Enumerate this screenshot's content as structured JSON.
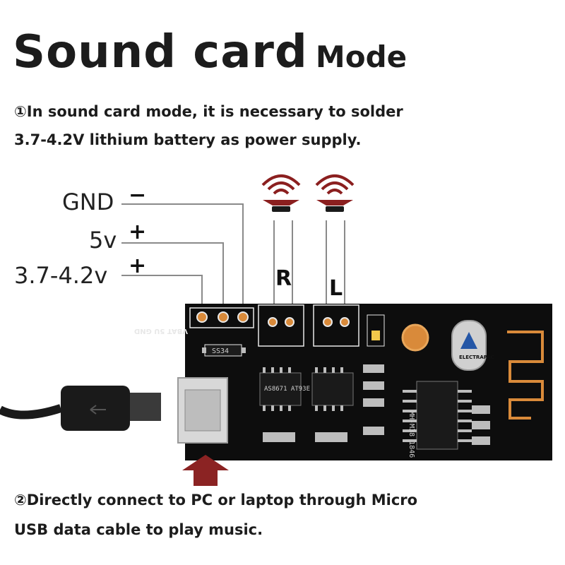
{
  "title": {
    "main": "Sound card",
    "suffix": "Mode"
  },
  "note1": {
    "line1": "①In sound card mode, it is necessary to solder",
    "line2": "3.7-4.2V lithium battery as power supply."
  },
  "power_labels": [
    {
      "label": "GND",
      "sign": "−"
    },
    {
      "label": "5v",
      "sign": "+"
    },
    {
      "label": "3.7-4.2v",
      "sign": "+"
    }
  ],
  "channels": {
    "right": "R",
    "left": "L"
  },
  "board": {
    "pad_labels": "VBAT 5U GND",
    "diode_marking": "SS34",
    "amp_chip_marking": "AS8671 AT93E",
    "bt_chip_marking": "MH-M38 1846",
    "logo_text": "ELECTRAPAC",
    "colors": {
      "pcb": "#0d0d0d",
      "silkscreen": "#e8e8e8",
      "gold": "#d98a3a",
      "arrow": "#8b2323"
    }
  },
  "note2": {
    "line1": "②Directly connect to PC or laptop through Micro",
    "line2": "USB data cable to play music."
  }
}
